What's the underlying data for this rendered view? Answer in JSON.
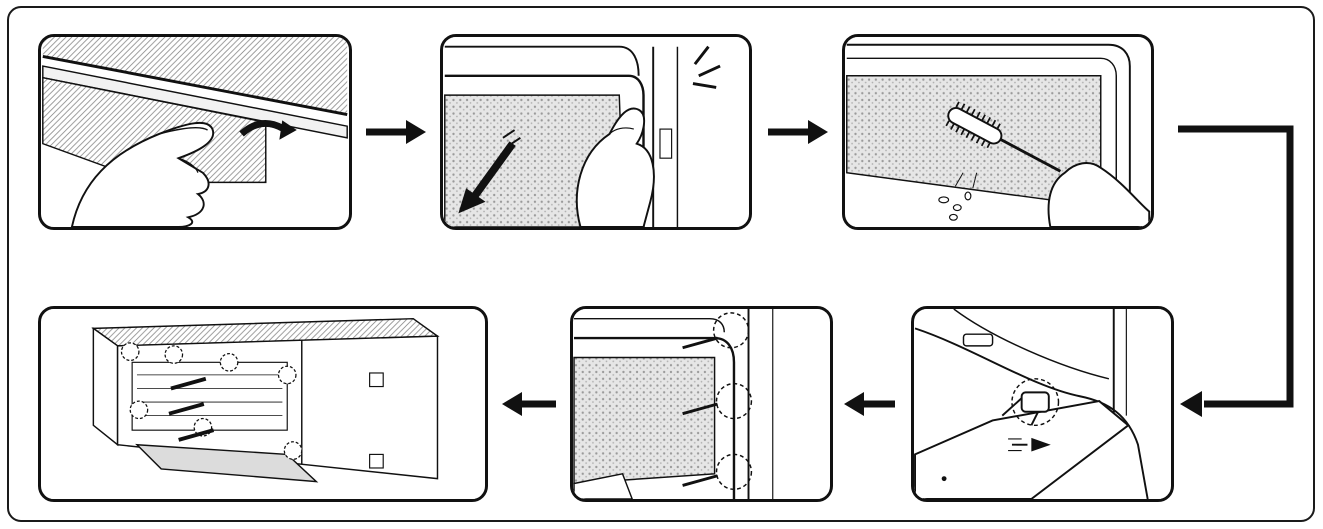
{
  "diagram": {
    "steps": [
      {
        "id": "step-1",
        "icon": "press-filter-tab-icon"
      },
      {
        "id": "step-2",
        "icon": "pull-filter-down-icon"
      },
      {
        "id": "step-3",
        "icon": "brush-filter-icon"
      },
      {
        "id": "step-4",
        "icon": "insert-filter-hook-icon"
      },
      {
        "id": "step-5",
        "icon": "reattach-filter-icon"
      },
      {
        "id": "step-6",
        "icon": "unit-filter-slots-icon"
      }
    ],
    "colors": {
      "line": "#111111",
      "mesh": "#b9b9b9",
      "background": "#ffffff"
    }
  }
}
